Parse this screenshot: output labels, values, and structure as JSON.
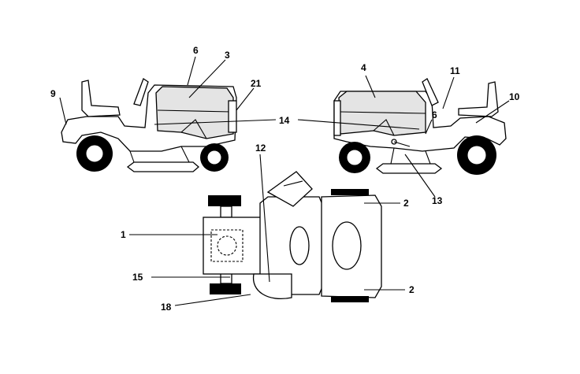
{
  "callouts": {
    "c1": "1",
    "c2a": "2",
    "c2b": "2",
    "c3": "3",
    "c4": "4",
    "c6a": "6",
    "c6b": "6",
    "c9": "9",
    "c10": "10",
    "c11": "11",
    "c12": "12",
    "c13": "13",
    "c14": "14",
    "c15": "15",
    "c18": "18",
    "c21": "21"
  }
}
